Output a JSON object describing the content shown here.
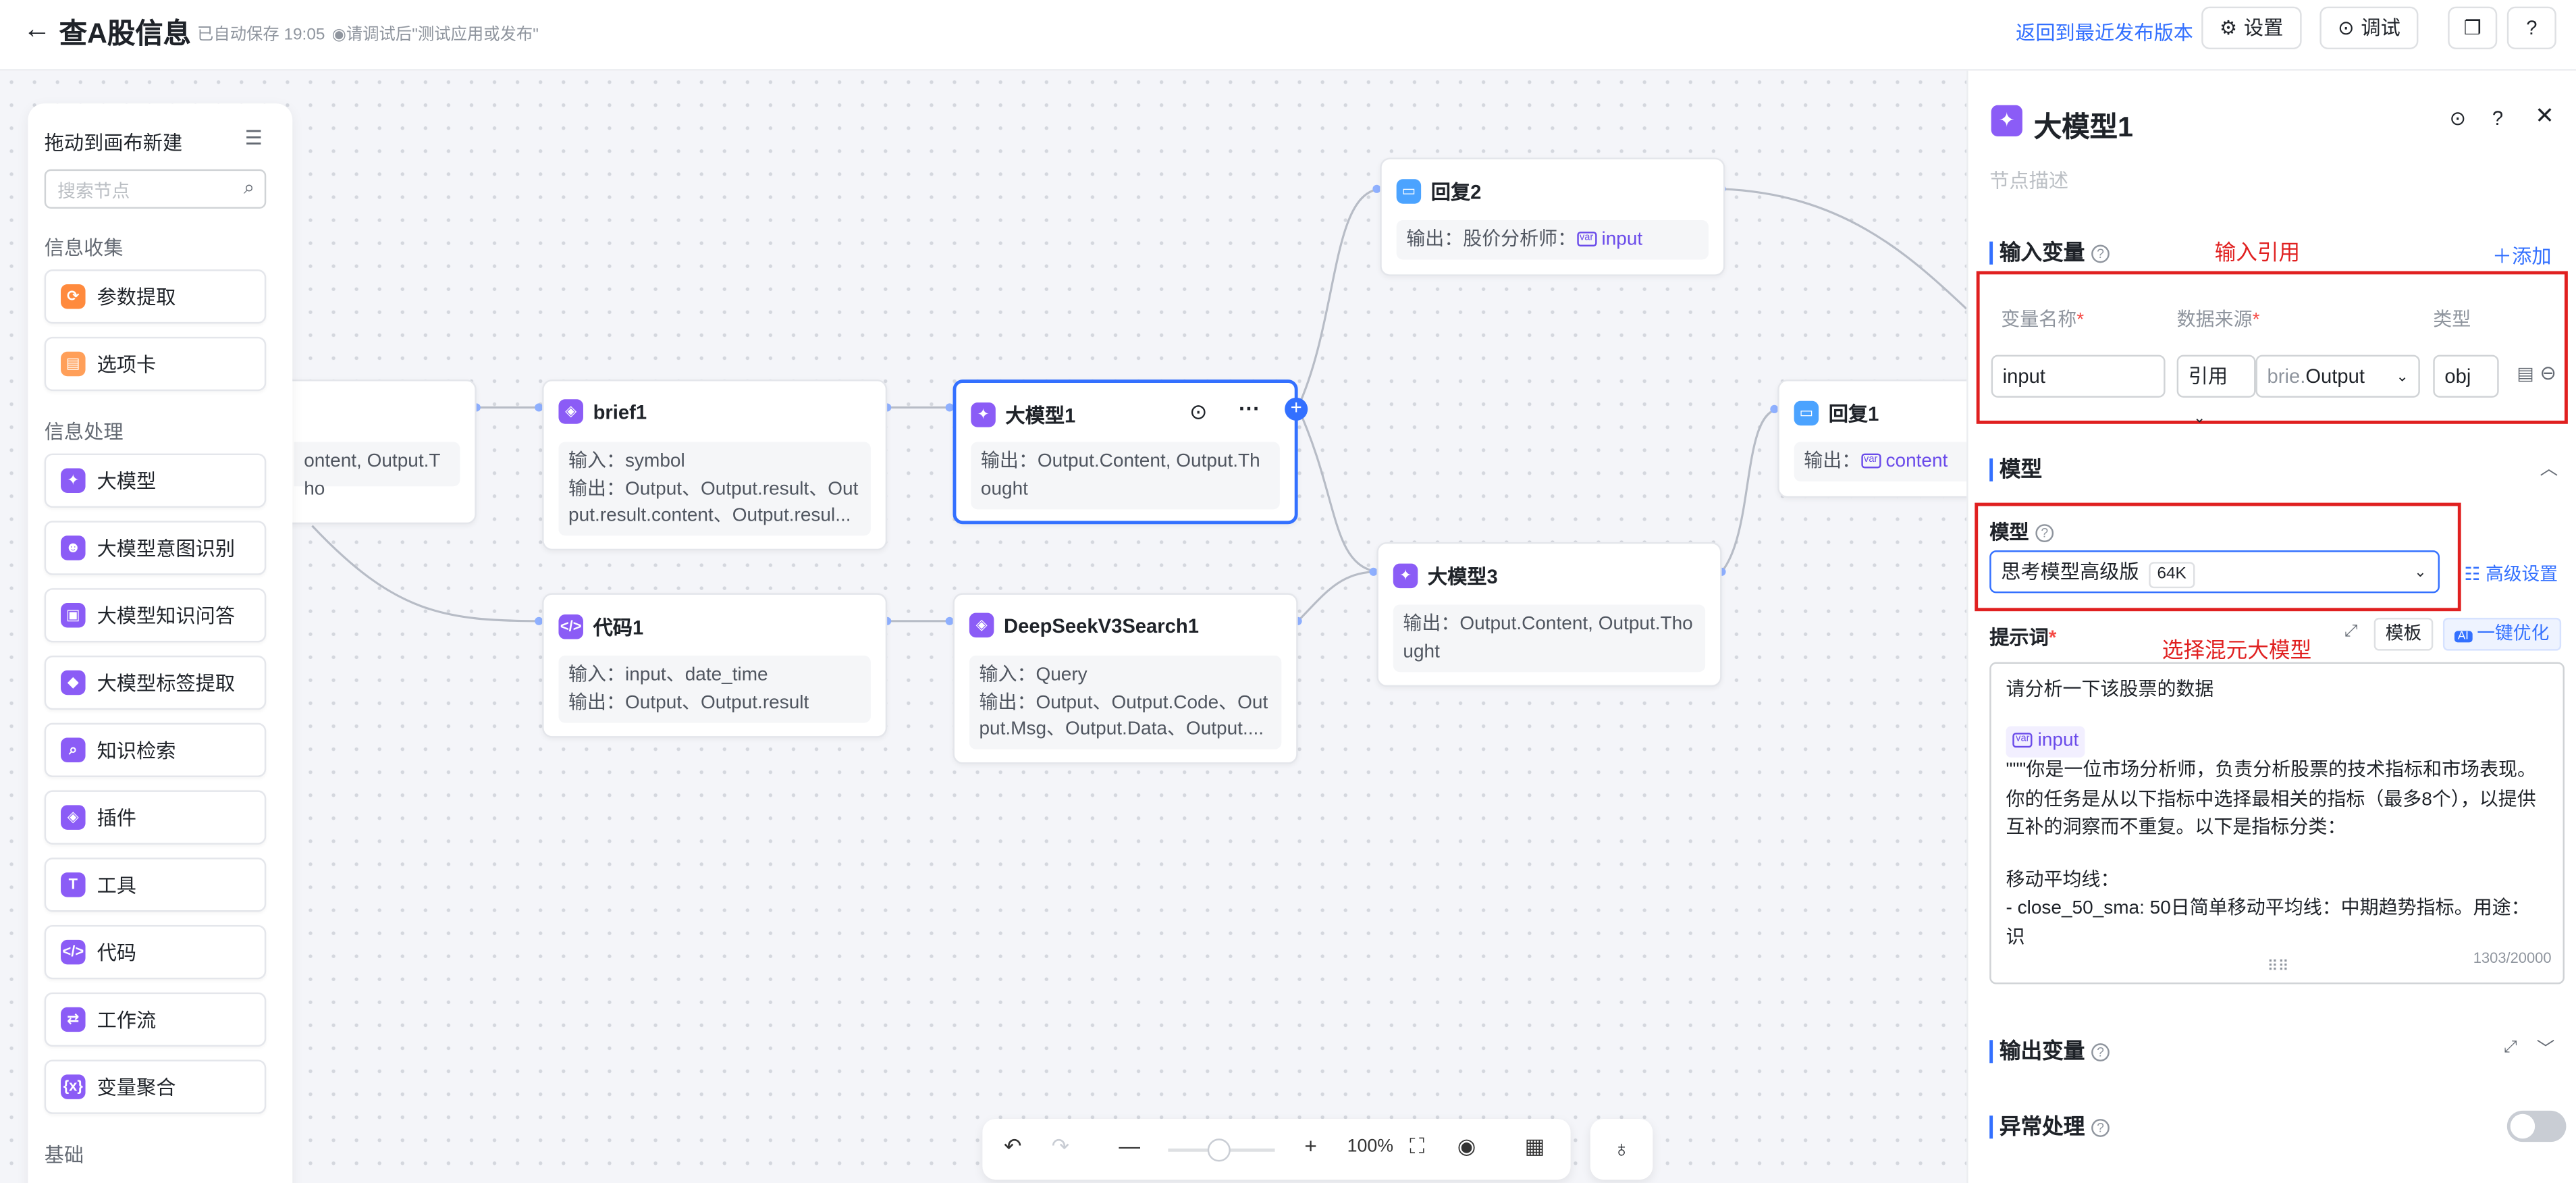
{
  "header": {
    "title": "查A股信息",
    "autosave": "已自动保存 19:05",
    "notice": "请调试后\"测试应用或发布\"",
    "restore_link": "返回到最近发布版本",
    "settings_label": "设置",
    "debug_label": "调试"
  },
  "left_panel": {
    "title": "拖动到画布新建",
    "search_placeholder": "搜索节点",
    "sections": [
      {
        "title": "信息收集",
        "items": [
          {
            "label": "参数提取",
            "color": "#ff8a3d"
          },
          {
            "label": "选项卡",
            "color": "#ff9f59"
          }
        ]
      },
      {
        "title": "信息处理",
        "items": [
          {
            "label": "大模型",
            "color": "#8b5cf6"
          },
          {
            "label": "大模型意图识别",
            "color": "#8b5cf6"
          },
          {
            "label": "大模型知识问答",
            "color": "#8b5cf6"
          },
          {
            "label": "大模型标签提取",
            "color": "#8b5cf6"
          },
          {
            "label": "知识检索",
            "color": "#8b5cf6"
          },
          {
            "label": "插件",
            "color": "#8b5cf6"
          },
          {
            "label": "工具",
            "color": "#8b5cf6"
          },
          {
            "label": "代码",
            "color": "#8b5cf6"
          },
          {
            "label": "工作流",
            "color": "#8b5cf6"
          },
          {
            "label": "变量聚合",
            "color": "#8b5cf6"
          }
        ]
      },
      {
        "title": "基础",
        "items": []
      }
    ]
  },
  "nodes": {
    "partial": {
      "output": "ontent, Output.Tho"
    },
    "brief1": {
      "title": "brief1",
      "input": "输入：symbol",
      "output": "输出：Output、Output.result、Output.result.content、Output.resul..."
    },
    "code1": {
      "title": "代码1",
      "input": "输入：input、date_time",
      "output": "输出：Output、Output.result"
    },
    "llm1": {
      "title": "大模型1",
      "output": "输出：Output.Content, Output.Thought",
      "more": "···"
    },
    "deepseek": {
      "title": "DeepSeekV3Search1",
      "input": "输入：Query",
      "output": "输出：Output、Output.Code、Output.Msg、Output.Data、Output...."
    },
    "reply2": {
      "title": "回复2",
      "output_label": "输出：股价分析师：",
      "chip": "input"
    },
    "llm3": {
      "title": "大模型3",
      "output": "输出：Output.Content, Output.Thought"
    },
    "reply1": {
      "title": "回复1",
      "output_label": "输出：",
      "chip": "content"
    }
  },
  "toolbar": {
    "zoom": "100%"
  },
  "right_panel": {
    "title": "大模型1",
    "description_placeholder": "节点描述",
    "input_vars": {
      "title": "输入变量",
      "annotation": "输入引用",
      "add_label": "添加",
      "col_name": "变量名称",
      "col_source": "数据来源",
      "col_type": "类型",
      "var_name": "input",
      "source_mode": "引用",
      "source_prefix": "brie.",
      "source_value": "Output",
      "type": "obj"
    },
    "model": {
      "section_title": "模型",
      "field_label": "模型",
      "value": "思考模型高级版",
      "badge": "64K",
      "advanced": "高级设置",
      "annotation": "选择混元大模型"
    },
    "prompt": {
      "label": "提示词",
      "template_btn": "模板",
      "optimize_btn": "一键优化",
      "line1": "请分析一下该股票的数据",
      "chip": "input",
      "body": "\"\"\"你是一位市场分析师，负责分析股票的技术指标和市场表现。你的任务是从以下指标中选择最相关的指标（最多8个），以提供互补的洞察而不重复。以下是指标分类：",
      "line_ma": "移动平均线：",
      "line_sma": "- close_50_sma: 50日简单移动平均线：中期趋势指标。用途：识",
      "counter": "1303/20000"
    },
    "output_vars": {
      "title": "输出变量"
    },
    "exception": {
      "title": "异常处理"
    }
  }
}
